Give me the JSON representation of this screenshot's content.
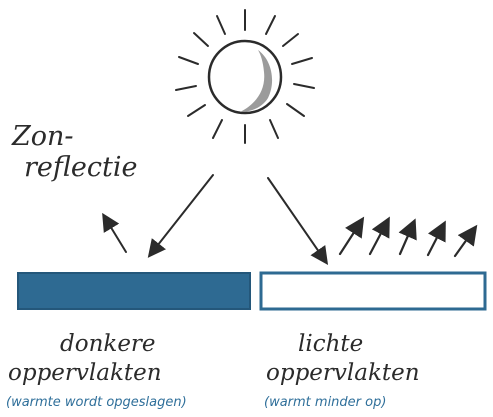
{
  "colors": {
    "ink": "#2b2b2b",
    "dark_surface": "#2e6a92",
    "light_surface_border": "#2e6a92",
    "note_text": "#2f6f9a"
  },
  "labels": {
    "sun_reflection_line1": "Zon-",
    "sun_reflection_line2": "reflectie",
    "dark_title_line1": "donkere",
    "dark_title_line2": "oppervlakten",
    "dark_note": "(warmte wordt opgeslagen)",
    "light_title_line1": "lichte",
    "light_title_line2": "oppervlakten",
    "light_note": "(warmt minder op)"
  },
  "icons": {
    "sun": "sun-icon",
    "arrow": "arrow-icon"
  }
}
